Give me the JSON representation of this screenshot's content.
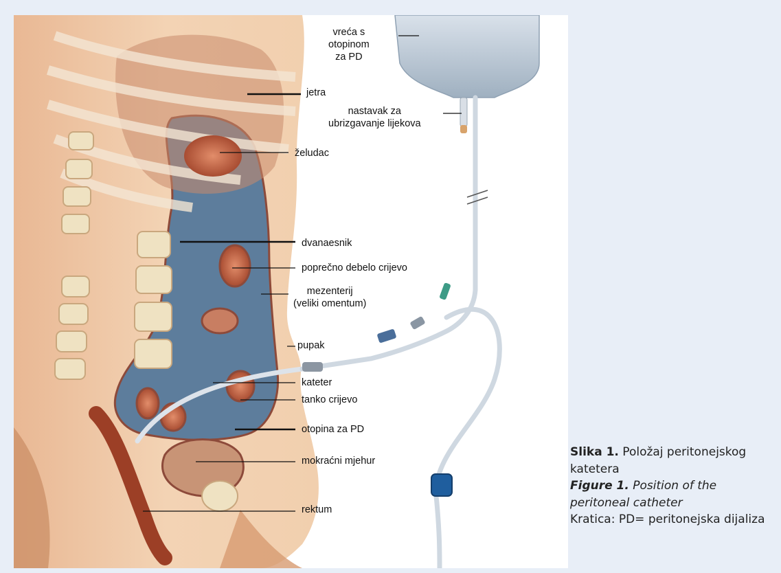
{
  "figure": {
    "labels": {
      "bag": "vreća s\notopinom\nza PD",
      "injection_port": "nastavak za\nubrizgavanje lijekova",
      "liver": "jetra",
      "stomach": "želudac",
      "duodenum": "dvanaesnik",
      "transverse_colon": "poprečno debelo crijevo",
      "mesentery": "mezenterij\n(veliki omentum)",
      "navel": "pupak",
      "catheter": "kateter",
      "small_intestine": "tanko crijevo",
      "pd_solution": "otopina za PD",
      "bladder": "mokraćni mjehur",
      "rectum": "rektum"
    },
    "colors": {
      "skin": "#f2cfae",
      "flesh": "#e6b08c",
      "cavity": "#5d7d9c",
      "bone": "#efe2c2",
      "organ": "#b7553a",
      "bag": "#b8c6d2",
      "clamp": "#1f5e9e"
    }
  },
  "caption": {
    "label_hr": "Slika 1.",
    "text_hr": " Položaj peritonejskog katetera",
    "label_en": "Figure 1.",
    "text_en": " Position of the peritoneal catheter",
    "abbr": "Kratica: PD= peritonejska dijaliza"
  }
}
